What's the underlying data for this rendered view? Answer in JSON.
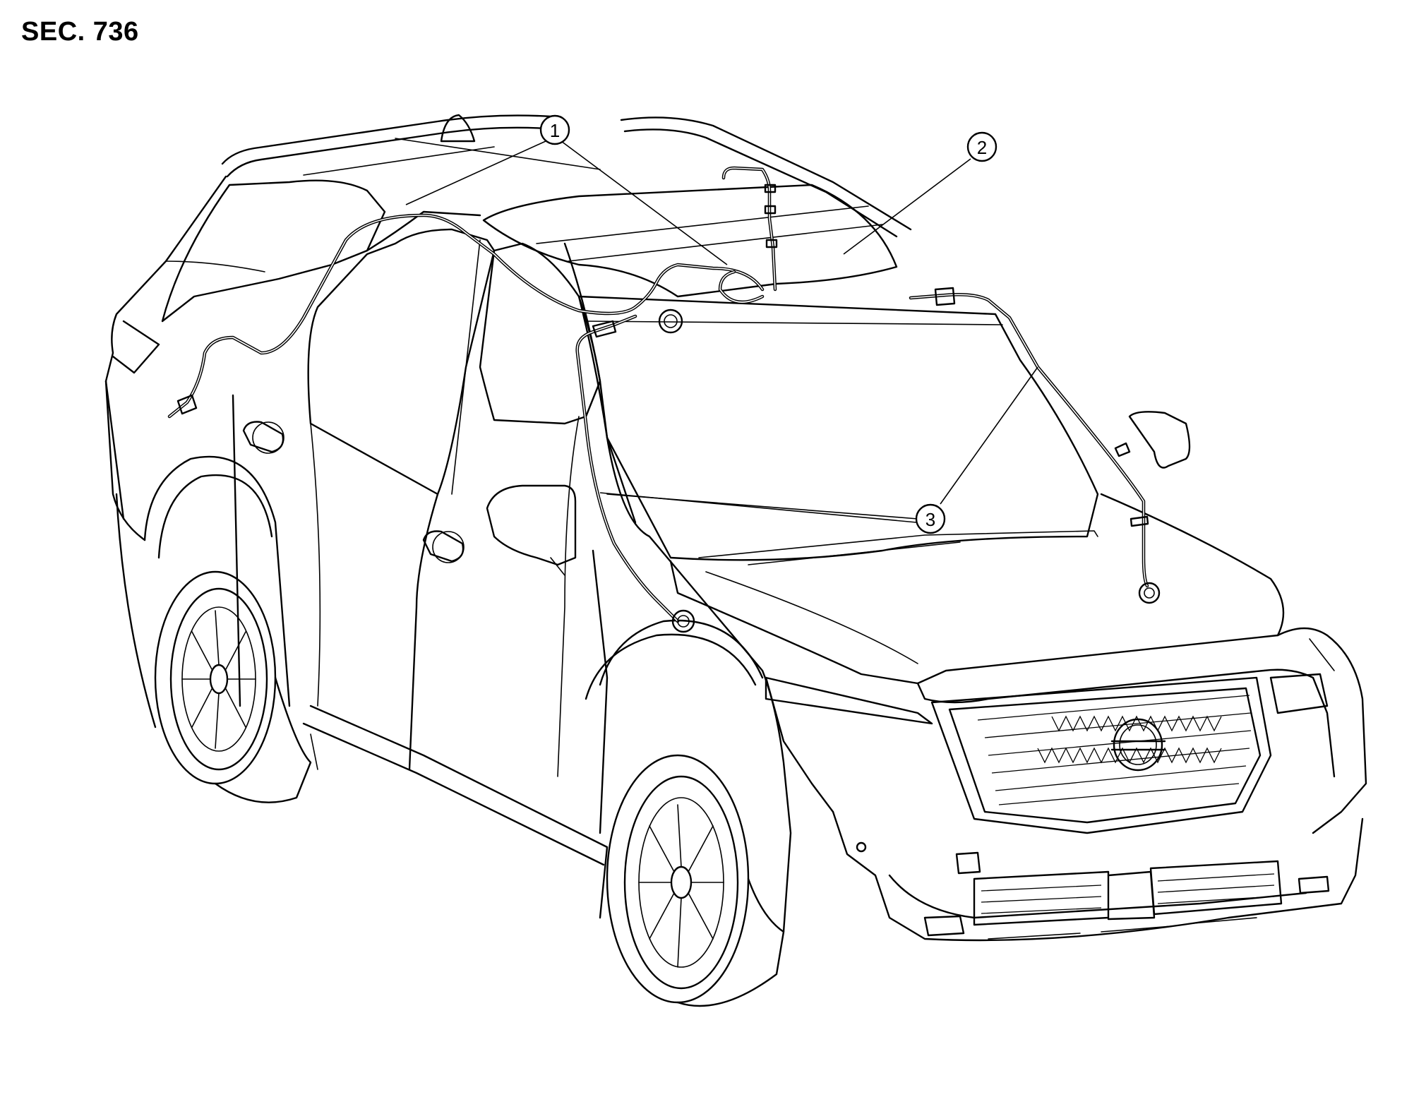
{
  "section_code": "SEC. 736",
  "callouts": [
    {
      "id": "1",
      "label": "1"
    },
    {
      "id": "2",
      "label": "2"
    },
    {
      "id": "3",
      "label": "3"
    }
  ],
  "colors": {
    "line": "#000000",
    "background": "#ffffff"
  }
}
